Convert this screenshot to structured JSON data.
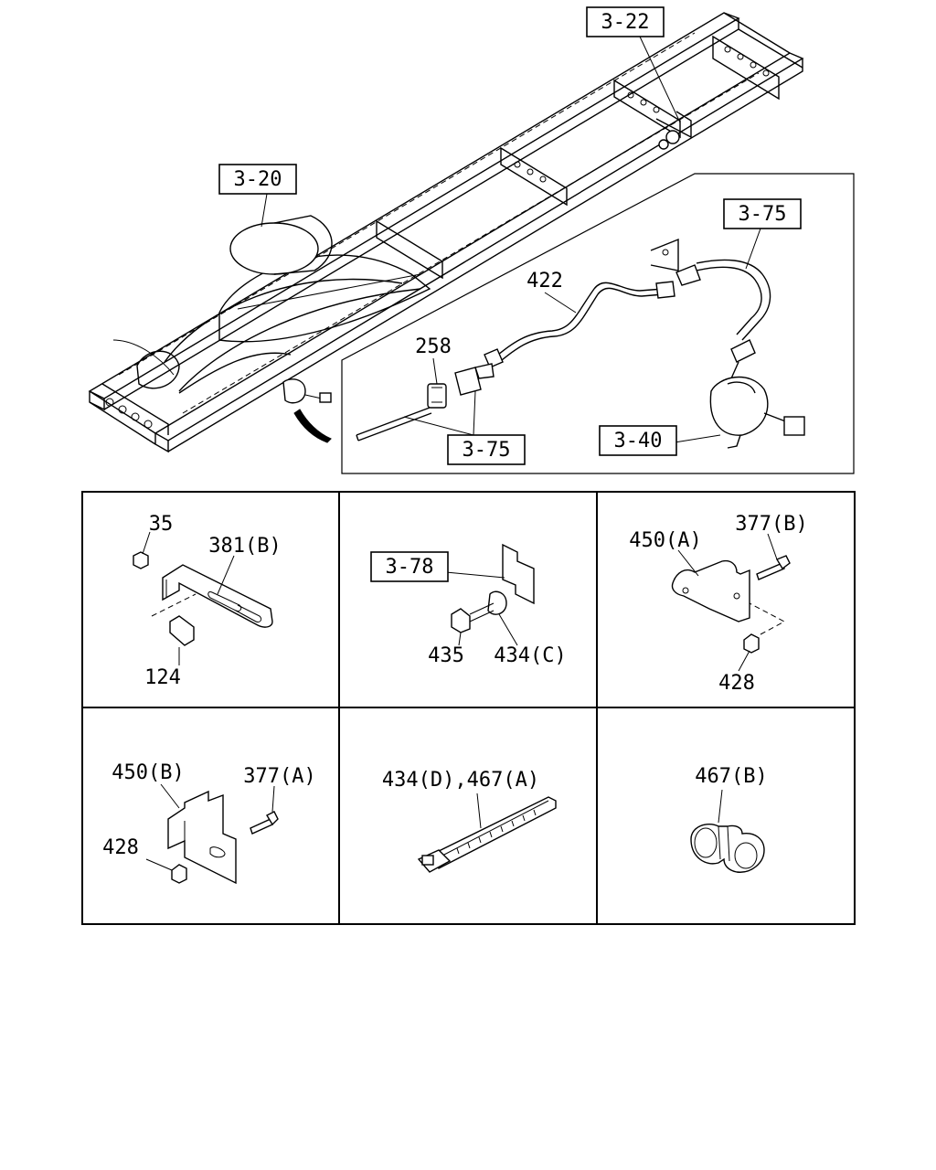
{
  "refs": {
    "r322": "3-22",
    "r320": "3-20",
    "r375_top": "3-75",
    "r375_bottom": "3-75",
    "r340": "3-40",
    "r378": "3-78"
  },
  "parts": {
    "p422": "422",
    "p258": "258",
    "p35": "35",
    "p381b": "381(B)",
    "p124": "124",
    "p435": "435",
    "p434c": "434(C)",
    "p450a": "450(A)",
    "p377b": "377(B)",
    "p428_top": "428",
    "p450b": "450(B)",
    "p377a": "377(A)",
    "p428_bottom": "428",
    "p434d467a": "434(D),467(A)",
    "p467b": "467(B)"
  }
}
